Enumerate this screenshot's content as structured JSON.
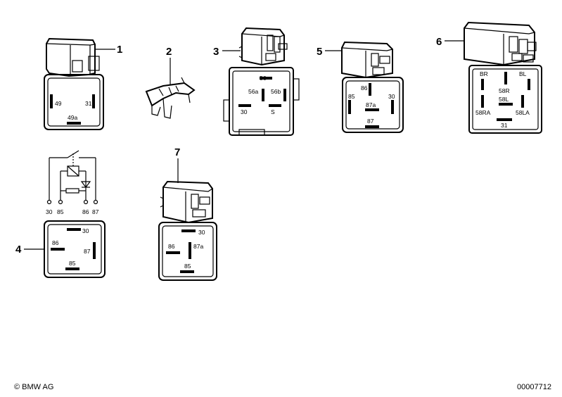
{
  "callouts": [
    "1",
    "2",
    "3",
    "4",
    "5",
    "6",
    "7"
  ],
  "relay1": {
    "pins": [
      "49",
      "31",
      "49a"
    ]
  },
  "relay3": {
    "pins": [
      "56",
      "56a",
      "56b",
      "30",
      "S"
    ]
  },
  "relay4": {
    "schematic_terminals": [
      "30",
      "85",
      "86",
      "87"
    ],
    "pins": [
      "30",
      "86",
      "87",
      "85"
    ]
  },
  "relay5": {
    "pins": [
      "86",
      "85",
      "87a",
      "30",
      "87"
    ]
  },
  "relay6": {
    "pins": [
      "BR",
      "BL",
      "58R",
      "58L",
      "58RA",
      "58LA",
      "31"
    ]
  },
  "relay7": {
    "pins": [
      "30",
      "86",
      "87a",
      "85"
    ]
  },
  "footer": {
    "copyright": "© BMW AG",
    "image_number": "00007712"
  }
}
